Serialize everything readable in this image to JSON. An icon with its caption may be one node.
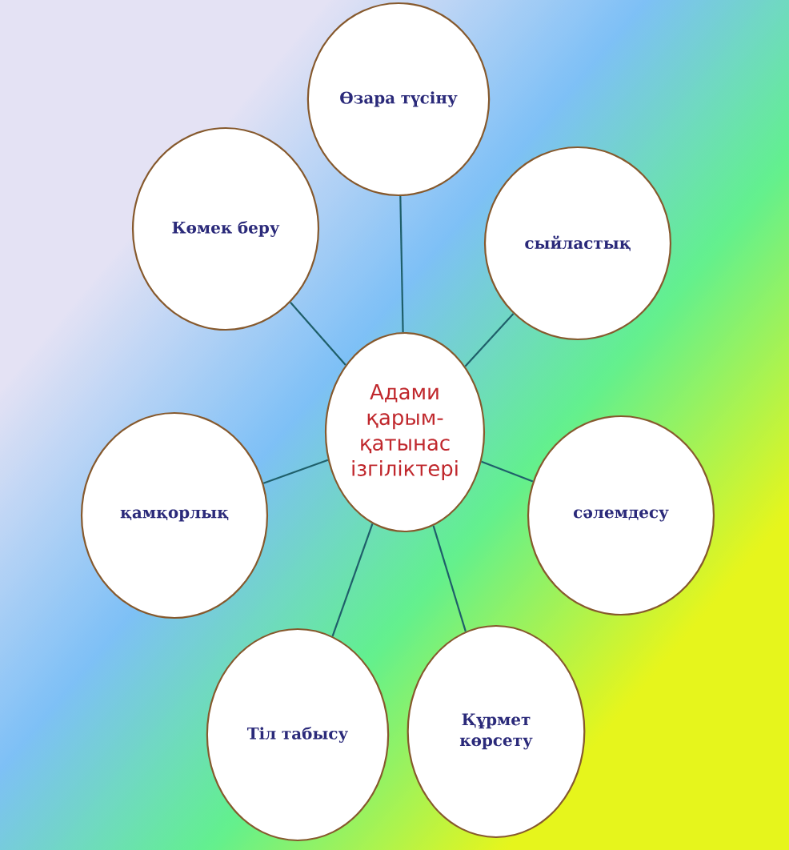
{
  "diagram": {
    "nodes": [
      {
        "text": [
          "Адами қарым-қатынас ізгіліктері"
        ]
      },
      {
        "text": [
          "Өзара түсіну"
        ]
      },
      {
        "text": [
          "сыйластық"
        ]
      },
      {
        "text": [
          "сәлемдесу"
        ]
      },
      {
        "text": [
          "Құрмет көрсету"
        ]
      },
      {
        "text": [
          "Тіл табысу"
        ]
      },
      {
        "text": [
          "қамқорлық"
        ]
      },
      {
        "text": [
          "Көмек беру"
        ]
      }
    ],
    "edges": [
      {
        "from": 0,
        "to": 1,
        "arrow": "none"
      },
      {
        "from": 0,
        "to": 2,
        "arrow": "none"
      },
      {
        "from": 0,
        "to": 3,
        "arrow": "none"
      },
      {
        "from": 0,
        "to": 4,
        "arrow": "none"
      },
      {
        "from": 0,
        "to": 5,
        "arrow": "none"
      },
      {
        "from": 0,
        "to": 6,
        "arrow": "none"
      },
      {
        "from": 0,
        "to": 7,
        "arrow": "none"
      }
    ]
  }
}
